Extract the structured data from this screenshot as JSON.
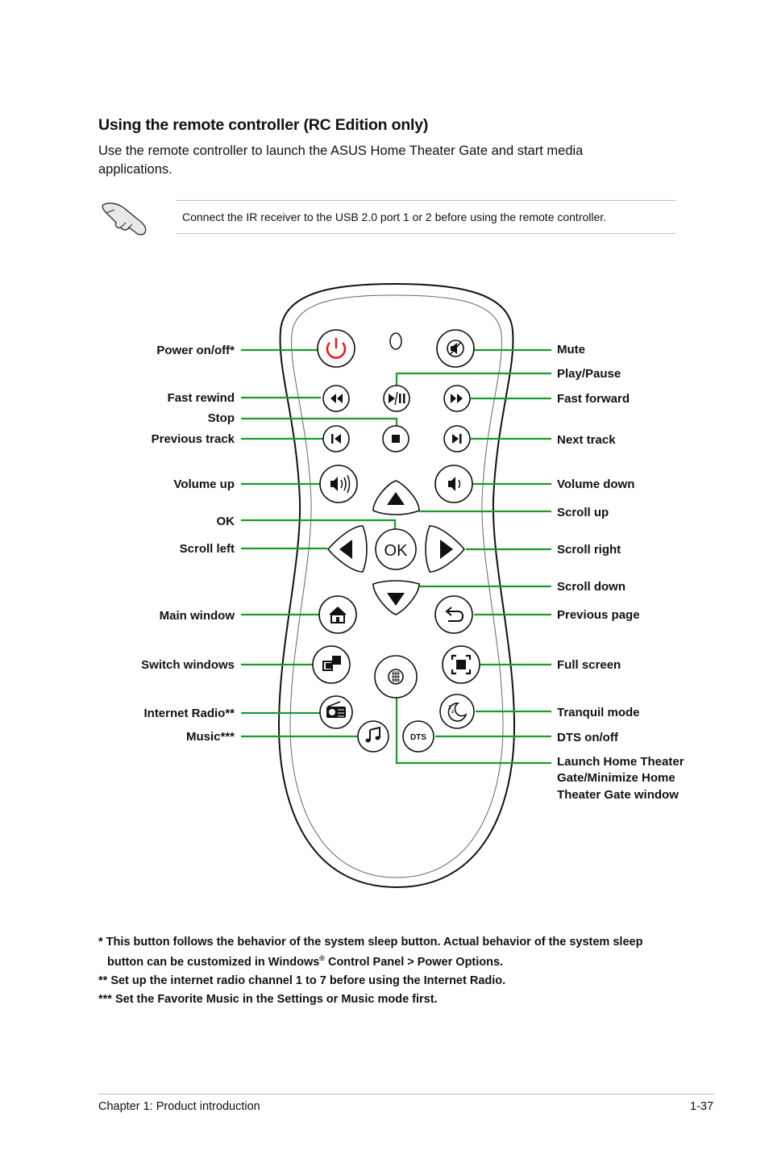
{
  "heading": "Using the remote controller (RC Edition only)",
  "intro": "Use the remote controller to launch the ASUS Home Theater Gate and start media applications.",
  "note": {
    "icon": "pointing-hand-icon",
    "text": "Connect the IR receiver to the USB 2.0 port 1 or 2 before using the remote controller."
  },
  "remote": {
    "accent_color": "#1a9b2b",
    "power_color": "#e02020",
    "labels_left": {
      "power": "Power on/off*",
      "fast_rewind": "Fast rewind",
      "stop": "Stop",
      "previous_track": "Previous track",
      "volume_up": "Volume up",
      "ok": "OK",
      "scroll_left": "Scroll left",
      "main_window": "Main window",
      "switch_windows": "Switch windows",
      "internet_radio": "Internet Radio**",
      "music": "Music***"
    },
    "labels_right": {
      "mute": "Mute",
      "play_pause": "Play/Pause",
      "fast_forward": "Fast forward",
      "next_track": "Next track",
      "volume_down": "Volume down",
      "scroll_up": "Scroll up",
      "scroll_right": "Scroll right",
      "scroll_down": "Scroll down",
      "previous_page": "Previous page",
      "full_screen": "Full screen",
      "tranquil_mode": "Tranquil mode",
      "dts": "DTS on/off",
      "launch_line1": "Launch Home Theater",
      "launch_line2": "Gate/Minimize Home",
      "launch_line3": "Theater Gate window"
    },
    "button_text": {
      "ok": "OK",
      "dts": "DTS"
    }
  },
  "footnotes": {
    "fn1_line1": "* This button follows the behavior of the system sleep button. Actual behavior of the system sleep",
    "fn1_line2_a": "button can be customized in Windows",
    "fn1_line2_reg": "®",
    "fn1_line2_b": " Control Panel > Power Options.",
    "fn2": "** Set up the internet radio channel 1 to 7 before using the Internet Radio.",
    "fn3": "*** Set the Favorite Music in the Settings or Music mode first."
  },
  "footer": {
    "chapter": "Chapter 1: Product introduction",
    "page": "1-37"
  }
}
